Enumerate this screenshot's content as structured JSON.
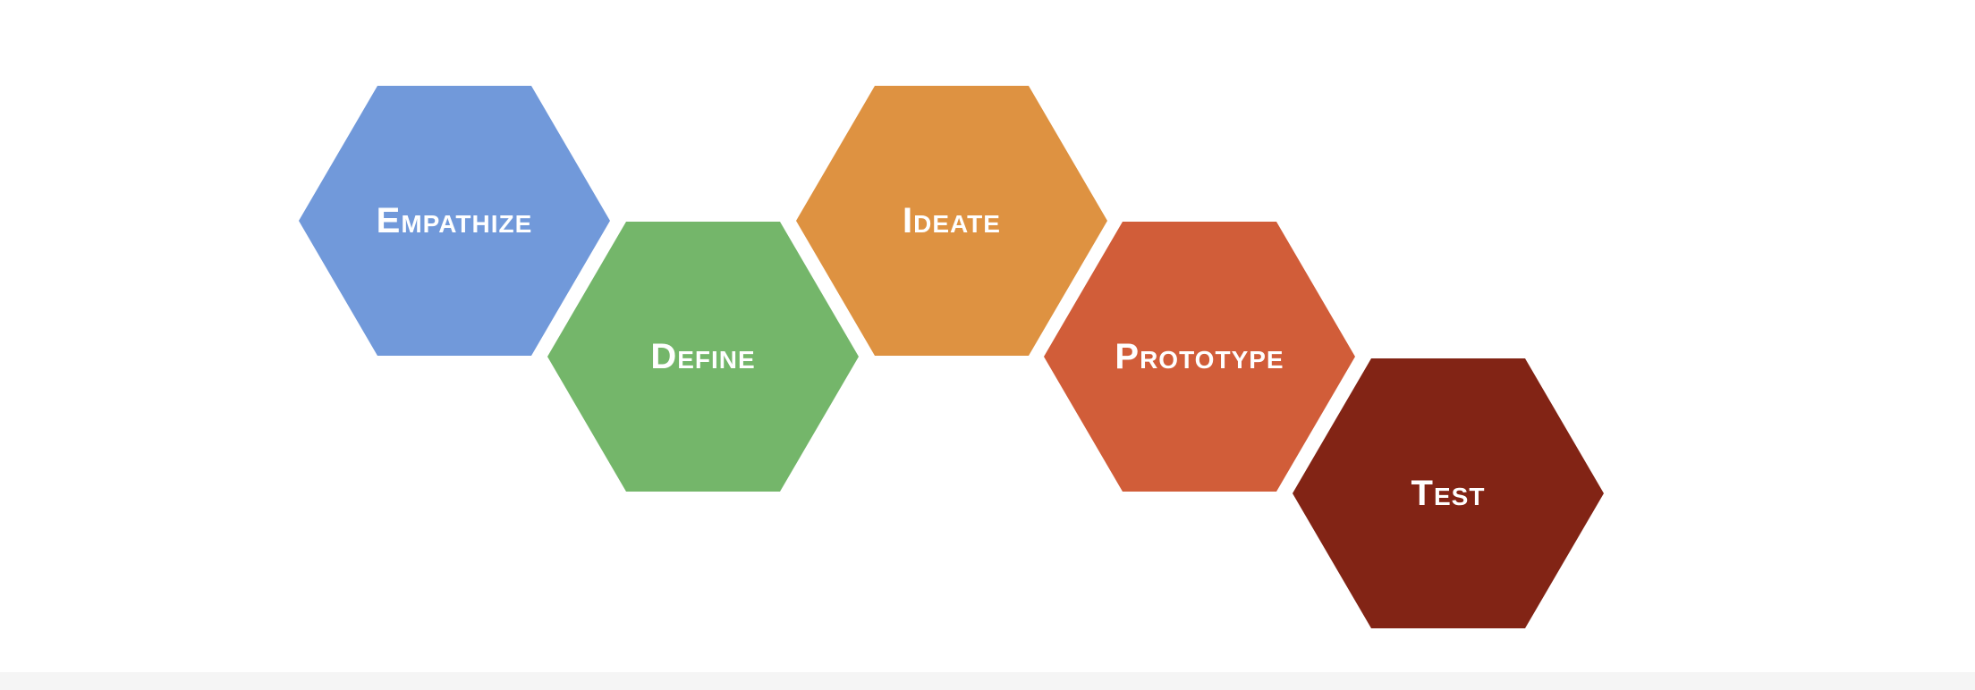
{
  "stages": [
    {
      "label": "Empathize",
      "color": "#7199da"
    },
    {
      "label": "Define",
      "color": "#74b66a"
    },
    {
      "label": "Ideate",
      "color": "#de9241"
    },
    {
      "label": "Prototype",
      "color": "#d15d39"
    },
    {
      "label": "Test",
      "color": "#822415"
    }
  ]
}
